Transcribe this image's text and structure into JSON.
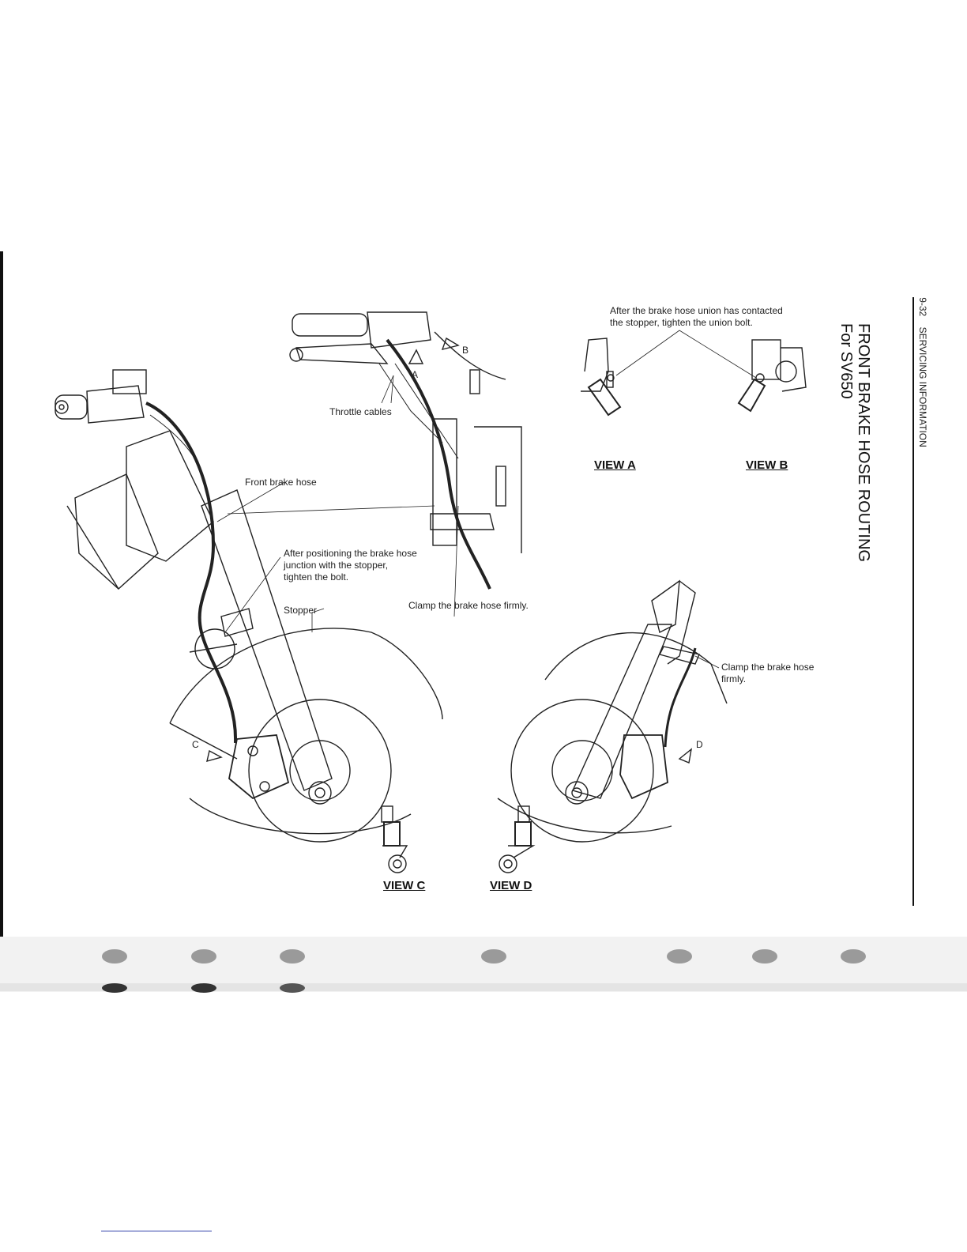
{
  "header": {
    "page_number": "9-32",
    "section": "SERVICING INFORMATION"
  },
  "title": {
    "line1": "FRONT BRAKE HOSE ROUTING",
    "line2": "For SV650"
  },
  "labels": {
    "union_bolt_note": "After the brake hose union has contacted\nthe stopper, tighten the union bolt.",
    "throttle_cables": "Throttle cables",
    "front_brake_hose": "Front brake hose",
    "junction_note": "After positioning the brake hose\njunction with the stopper,\ntighten the bolt.",
    "stopper": "Stopper",
    "clamp_left": "Clamp the brake hose firmly.",
    "clamp_right": "Clamp the brake hose\nfirmly."
  },
  "arrow_letters": {
    "a": "A",
    "b": "B",
    "c": "C",
    "d": "D"
  },
  "views": {
    "a": "VIEW A",
    "b": "VIEW B",
    "c": "VIEW C",
    "d": "VIEW D"
  }
}
